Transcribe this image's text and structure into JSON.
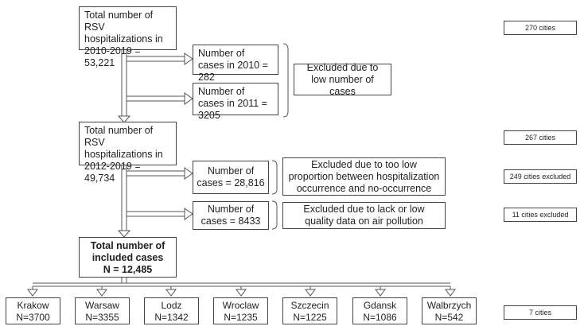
{
  "flow": {
    "step1": "Total number of RSV hospitalizations in 2010-2019 = 53,221",
    "ex2010": "Number of cases in 2010 = 282",
    "ex2011": "Number of cases in 2011 = 3205",
    "excluded_low": "Excluded due to low number of cases",
    "step2": "Total number of RSV hospitalizations in 2012-2019 = 49,734",
    "ex_prop_count": "Number of cases = 28,816",
    "excluded_prop": "Excluded due to too low proportion between hospitalization occurrence and no-occurrence",
    "ex_air_count": "Number of cases = 8433",
    "excluded_air": "Excluded due to lack or low quality data on air pollution",
    "final_line1": "Total number of",
    "final_line2": "included cases",
    "final_line3": "N = 12,485"
  },
  "side_labels": {
    "s1": "270 cities",
    "s2": "267 cities",
    "s3": "249 cities excluded",
    "s4": "11 cities excluded",
    "s5": "7 cities"
  },
  "cities": [
    {
      "name": "Krakow",
      "n": "N=3700"
    },
    {
      "name": "Warsaw",
      "n": "N=3355"
    },
    {
      "name": "Lodz",
      "n": "N=1342"
    },
    {
      "name": "Wroclaw",
      "n": "N=1235"
    },
    {
      "name": "Szczecin",
      "n": "N=1225"
    },
    {
      "name": "Gdansk",
      "n": "N=1086"
    },
    {
      "name": "Walbrzych",
      "n": "N=542"
    }
  ]
}
